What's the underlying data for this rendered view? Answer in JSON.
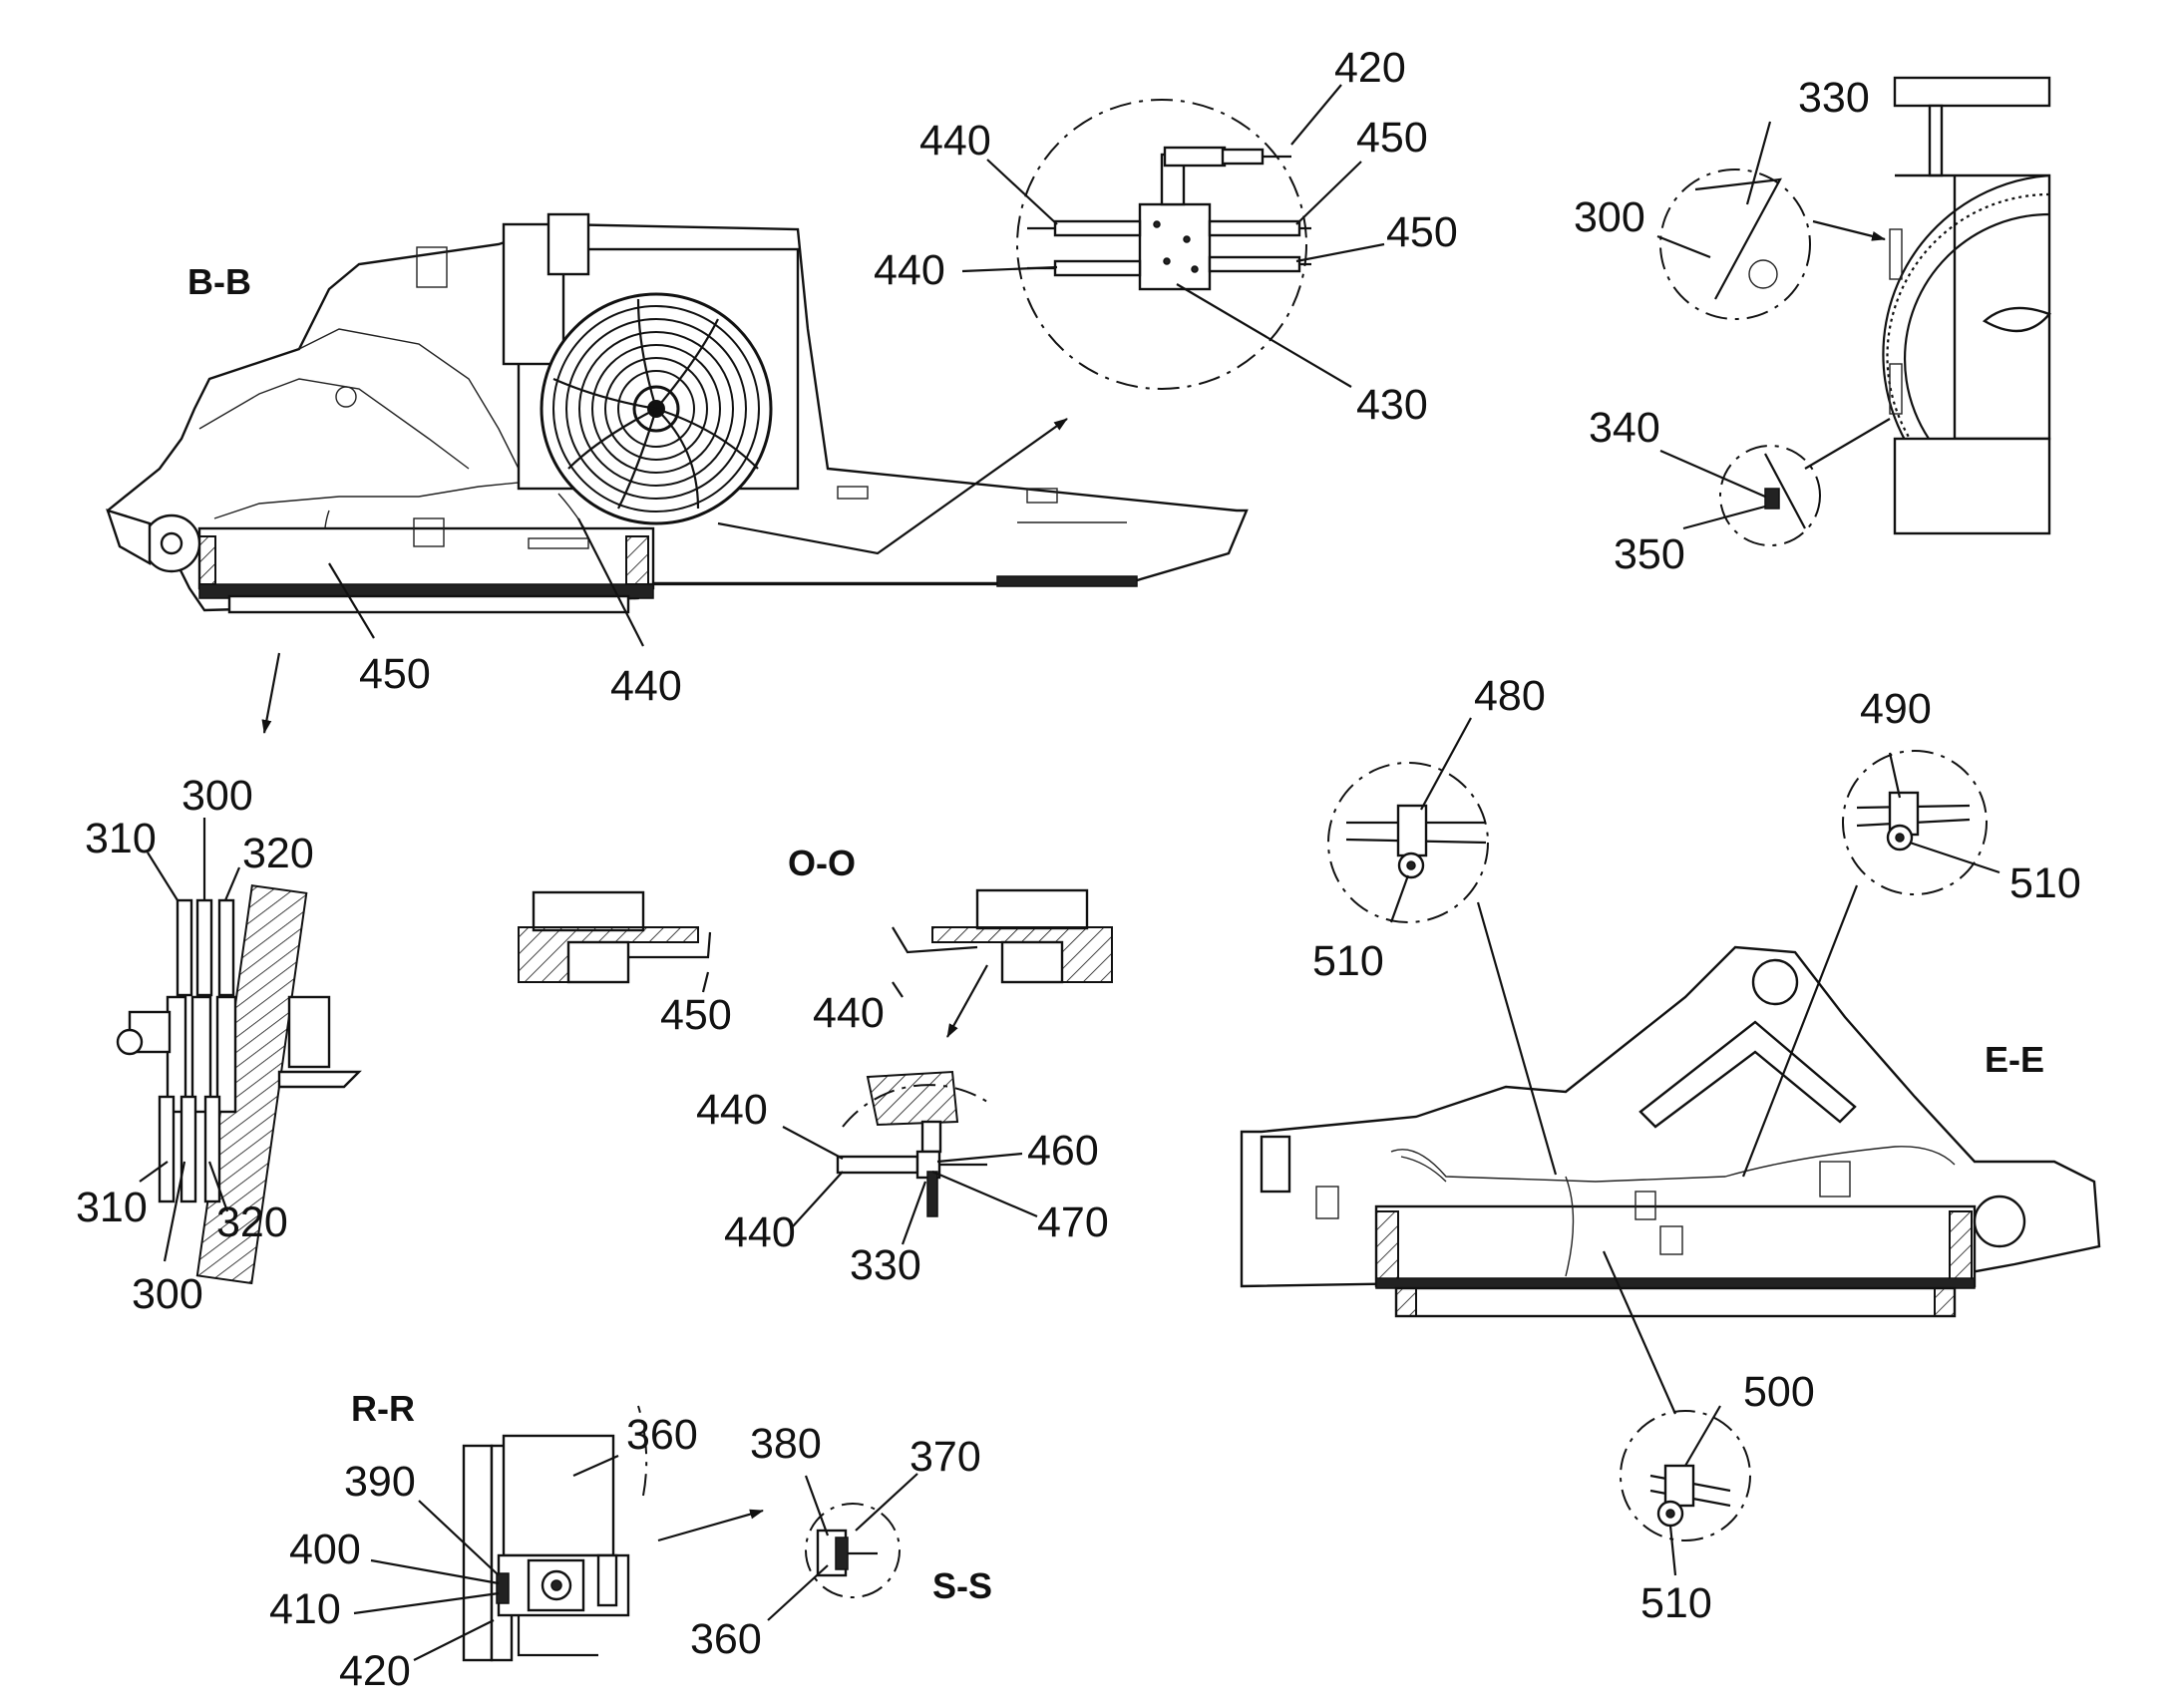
{
  "sections": {
    "bb": "B-B",
    "oo": "O-O",
    "rr": "R-R",
    "ss": "S-S",
    "ee": "E-E"
  },
  "callouts": {
    "bb_450": "450",
    "bb_440": "440",
    "d1_420": "420",
    "d1_440a": "440",
    "d1_440b": "440",
    "d1_450a": "450",
    "d1_450b": "450",
    "d1_430": "430",
    "d2_300": "300",
    "d2_330": "330",
    "d2_340": "340",
    "d2_350": "350",
    "ex_310a": "310",
    "ex_300a": "300",
    "ex_320a": "320",
    "ex_310b": "310",
    "ex_320b": "320",
    "ex_300b": "300",
    "oo_450": "450",
    "oo_440": "440",
    "od_440a": "440",
    "od_440b": "440",
    "od_460": "460",
    "od_470": "470",
    "od_330": "330",
    "rr_360": "360",
    "rr_390": "390",
    "rr_400": "400",
    "rr_410": "410",
    "rr_420": "420",
    "ss_380": "380",
    "ss_370": "370",
    "ss_360": "360",
    "ee_480": "480",
    "ee_510a": "510",
    "ee_490": "490",
    "ee_510b": "510",
    "ee_500": "500",
    "ee_510c": "510"
  },
  "icons": {
    "fan": "radiator-fan-icon",
    "valve": "distribution-block-icon",
    "clamp": "hose-clamp-icon"
  }
}
